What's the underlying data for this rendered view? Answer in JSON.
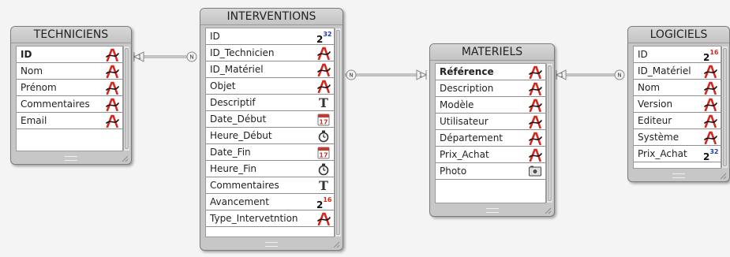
{
  "tables": [
    {
      "id": "techniciens",
      "title": "TECHNICIENS",
      "fields": [
        {
          "label": "ID",
          "type": "alpha",
          "bold": true
        },
        {
          "label": "Nom",
          "type": "alpha"
        },
        {
          "label": "Prénom",
          "type": "alpha"
        },
        {
          "label": "Commentaires",
          "type": "alpha"
        },
        {
          "label": "Email",
          "type": "alpha"
        }
      ]
    },
    {
      "id": "interventions",
      "title": "INTERVENTIONS",
      "fields": [
        {
          "label": "ID",
          "type": "int32"
        },
        {
          "label": "ID_Technicien",
          "type": "alpha"
        },
        {
          "label": "ID_Matériel",
          "type": "alpha"
        },
        {
          "label": "Objet",
          "type": "alpha"
        },
        {
          "label": "Descriptif",
          "type": "text"
        },
        {
          "label": "Date_Début",
          "type": "date"
        },
        {
          "label": "Heure_Début",
          "type": "time"
        },
        {
          "label": "Date_Fin",
          "type": "date"
        },
        {
          "label": "Heure_Fin",
          "type": "time"
        },
        {
          "label": "Commentaires",
          "type": "text"
        },
        {
          "label": "Avancement",
          "type": "int16"
        },
        {
          "label": "Type_Intervetntion",
          "type": "alpha"
        }
      ]
    },
    {
      "id": "materiels",
      "title": "MATERIELS",
      "fields": [
        {
          "label": "Référence",
          "type": "alpha",
          "bold": true
        },
        {
          "label": "Description",
          "type": "alpha"
        },
        {
          "label": "Modèle",
          "type": "alpha"
        },
        {
          "label": "Utilisateur",
          "type": "alpha"
        },
        {
          "label": "Département",
          "type": "alpha"
        },
        {
          "label": "Prix_Achat",
          "type": "alpha"
        },
        {
          "label": "Photo",
          "type": "picture"
        }
      ]
    },
    {
      "id": "logiciels",
      "title": "LOGICIELS",
      "fields": [
        {
          "label": "ID",
          "type": "int16"
        },
        {
          "label": "ID_Matériel",
          "type": "alpha"
        },
        {
          "label": "Nom",
          "type": "alpha"
        },
        {
          "label": "Version",
          "type": "alpha"
        },
        {
          "label": "Editeur",
          "type": "alpha"
        },
        {
          "label": "Système",
          "type": "alpha"
        },
        {
          "label": "Prix_Achat",
          "type": "int32"
        }
      ]
    }
  ],
  "type_icons": {
    "alpha": {
      "icon": "alpha-field-icon",
      "color": "#d9261c"
    },
    "text": {
      "icon": "text-field-icon",
      "glyph": "T"
    },
    "int32": {
      "icon": "integer32-field-icon",
      "base": "2",
      "exp": "32",
      "exp_color": "#1f3fb3"
    },
    "int16": {
      "icon": "integer16-field-icon",
      "base": "2",
      "exp": "16",
      "exp_color": "#d9261c"
    },
    "date": {
      "icon": "date-field-icon",
      "glyph": "17",
      "color": "#c83a2c"
    },
    "time": {
      "icon": "time-field-icon",
      "color": "#333333"
    },
    "picture": {
      "icon": "picture-field-icon",
      "color": "#444444"
    }
  },
  "relations": [
    {
      "from": "interventions",
      "to": "techniciens",
      "many_label": "N",
      "one_label": "1"
    },
    {
      "from": "interventions",
      "to": "materiels",
      "many_label": "N",
      "one_label": "1"
    },
    {
      "from": "logiciels",
      "to": "materiels",
      "many_label": "N",
      "one_label": "1"
    }
  ]
}
